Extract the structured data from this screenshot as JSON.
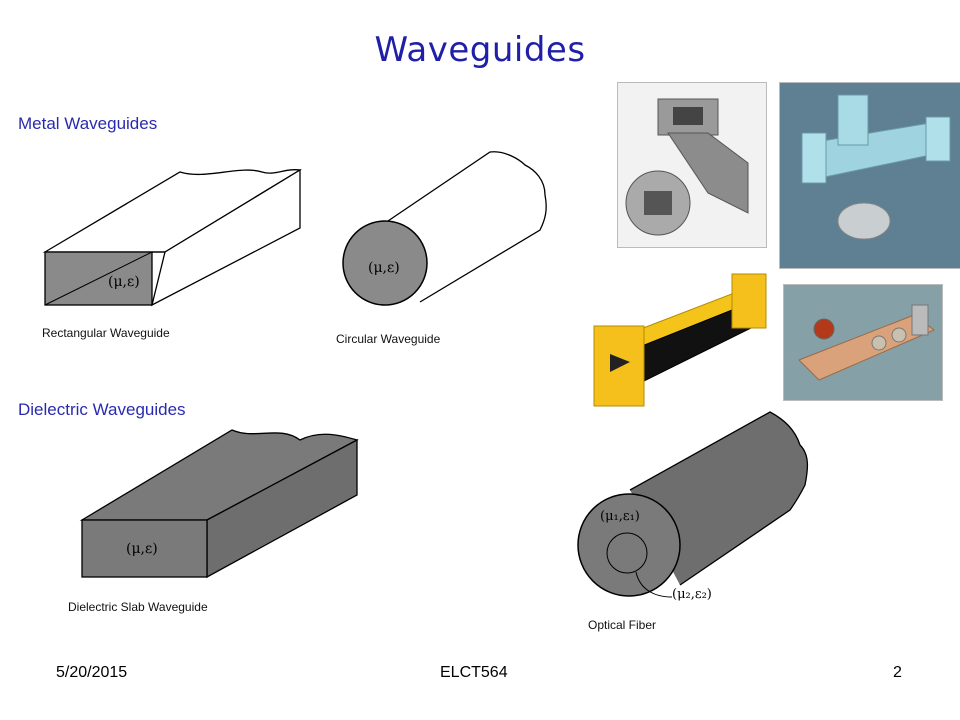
{
  "slide": {
    "title": "Waveguides",
    "sections": {
      "metal": "Metal Waveguides",
      "dielectric": "Dielectric Waveguides"
    },
    "labels": {
      "rect_params": "(μ,ε)",
      "circ_params": "(μ,ε)",
      "slab_params": "(μ,ε)",
      "fiber_core_params": "(μ₁,ε₁)",
      "fiber_clad_params": "(μ₂,ε₂)"
    },
    "captions": {
      "rectangular": "Rectangular Waveguide",
      "circular": "Circular Waveguide",
      "slab": "Dielectric Slab Waveguide",
      "fiber": "Optical Fiber"
    },
    "footer": {
      "date": "5/20/2015",
      "course": "ELCT564",
      "page": "2"
    },
    "colors": {
      "title": "#1f1fa8",
      "section": "#2a2ab0",
      "dielectric_fill": "#7a7a7a",
      "metal_end_fill": "#8a8a8a"
    }
  }
}
